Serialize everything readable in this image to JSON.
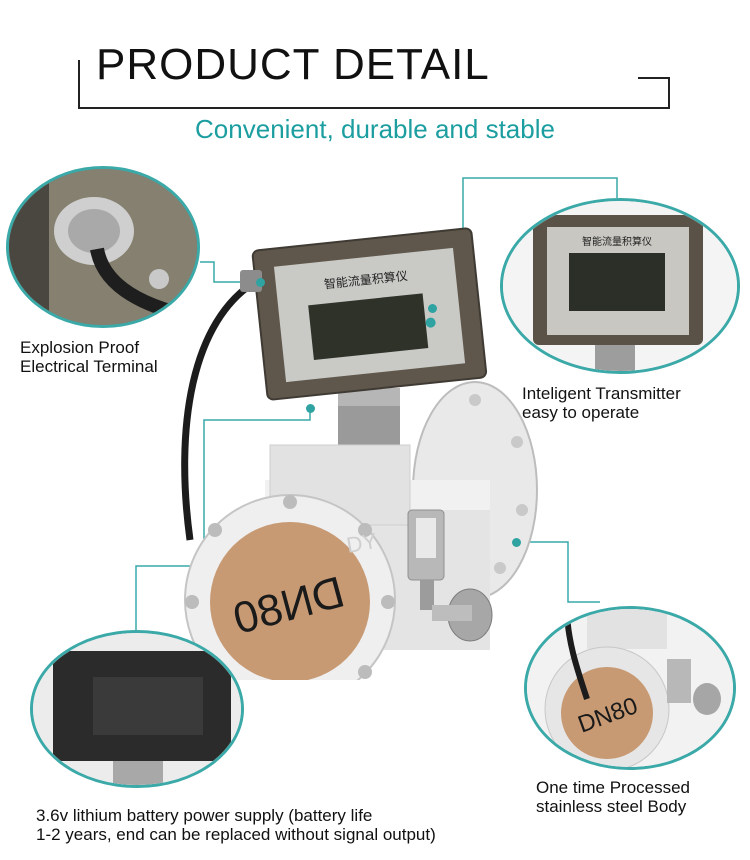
{
  "header": {
    "title": "PRODUCT DETAIL",
    "subtitle": "Convenient, durable and stable"
  },
  "callouts": [
    {
      "label_line1": "Explosion Proof",
      "label_line2": "Electrical Terminal"
    },
    {
      "label_line1": "Inteligent Transmitter",
      "label_line2": "easy to operate"
    },
    {
      "label_line1": "3.6v lithium battery power supply (battery life",
      "label_line2": "1-2 years, end can be replaced without signal output)"
    },
    {
      "label_line1": "One time Processed",
      "label_line2": "stainless steel Body"
    }
  ],
  "device": {
    "display_text": "智能流量积算仪",
    "flange_text": "DN80",
    "body_text": "DY"
  },
  "colors": {
    "accent": "#2fa3a2",
    "title": "#111111",
    "subtitle": "#1c9ea0"
  }
}
